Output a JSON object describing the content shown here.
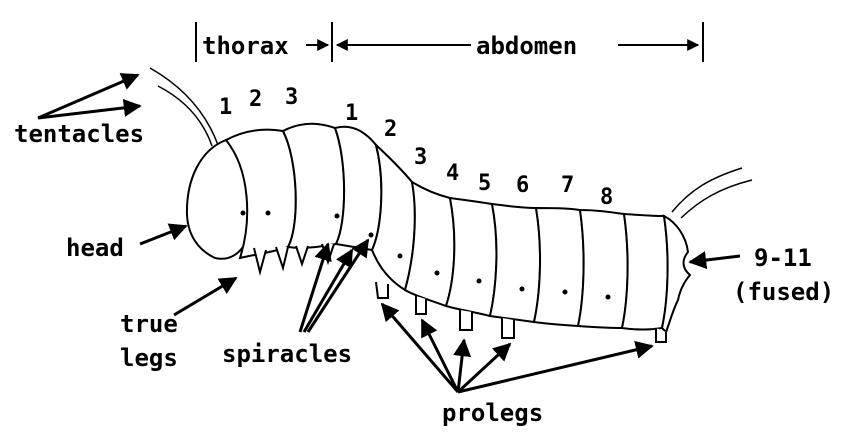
{
  "labels": {
    "thorax": "thorax",
    "abdomen": "abdomen",
    "tentacles": "tentacles",
    "head": "head",
    "true_legs_line1": "true",
    "true_legs_line2": "legs",
    "spiracles": "spiracles",
    "prolegs": "prolegs",
    "fused_segments": "9-11",
    "fused_note": "(fused)"
  },
  "thorax_segments": [
    "1",
    "2",
    "3"
  ],
  "abdomen_segments": [
    "1",
    "2",
    "3",
    "4",
    "5",
    "6",
    "7",
    "8"
  ]
}
